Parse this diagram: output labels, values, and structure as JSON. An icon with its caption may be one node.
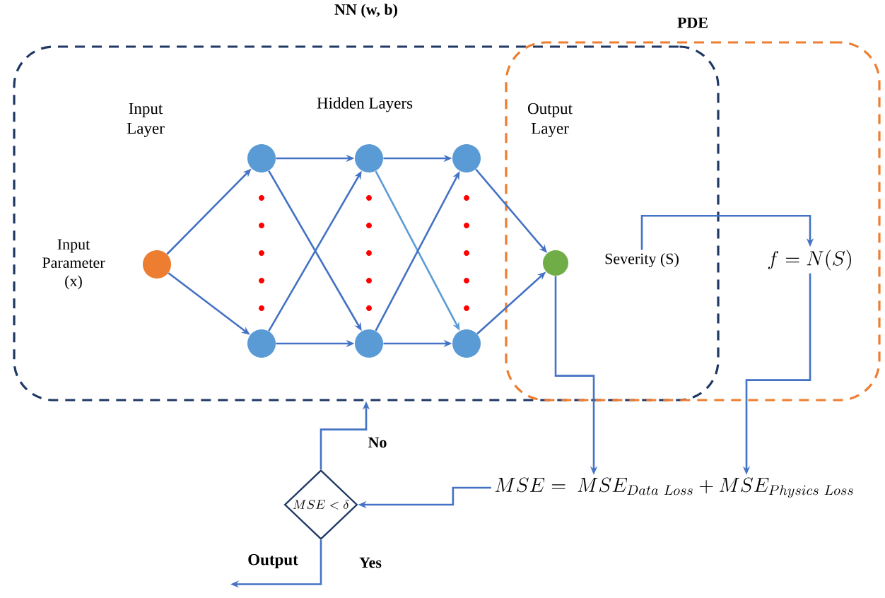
{
  "diagram": {
    "nodes": [
      {
        "text": [
          "NN (w, b)"
        ]
      },
      {
        "text": [
          "PDE"
        ]
      },
      {
        "text": [],
        "shape": "circle",
        "in": 0,
        "beside": [
          "Input Parameter (x)"
        ]
      },
      {
        "text": [],
        "shape": "circle",
        "in": 0
      },
      {
        "text": [],
        "shape": "circle",
        "in": 0
      },
      {
        "text": [],
        "shape": "circle",
        "in": 0
      },
      {
        "text": [],
        "shape": "circle",
        "in": 0
      },
      {
        "text": [],
        "shape": "circle",
        "in": 0
      },
      {
        "text": [],
        "shape": "circle",
        "in": 0
      },
      {
        "text": [],
        "shape": "circle"
      },
      {
        "text": [
          "Severity (S)"
        ]
      },
      {
        "text": [
          "f = N(S)"
        ],
        "in": 1
      },
      {
        "text": [
          "MSE =\\ MSE_{Data\\ Loss} + MSE_{Physics\\ Loss}"
        ]
      },
      {
        "text": [
          "MSE < \\delta"
        ]
      },
      {
        "text": [
          "Output"
        ]
      }
    ],
    "edges": [
      {
        "from": 2,
        "to": 3,
        "arrow": "to"
      },
      {
        "from": 2,
        "to": 4,
        "arrow": "to"
      },
      {
        "from": 3,
        "to": 5,
        "arrow": "to"
      },
      {
        "from": 3,
        "to": 6,
        "arrow": "to"
      },
      {
        "from": 4,
        "to": 5,
        "arrow": "to"
      },
      {
        "from": 4,
        "to": 6,
        "arrow": "to"
      },
      {
        "from": 5,
        "to": 7,
        "arrow": "to"
      },
      {
        "from": 5,
        "to": 8,
        "arrow": "to",
        "color": "#5b9bd5"
      },
      {
        "from": 6,
        "to": 7,
        "arrow": "to"
      },
      {
        "from": 6,
        "to": 8,
        "arrow": "to"
      },
      {
        "from": 7,
        "to": 9,
        "arrow": "to"
      },
      {
        "from": 8,
        "to": 9,
        "arrow": "to"
      },
      {
        "from": 10,
        "to": 11,
        "arrow": "to"
      },
      {
        "from": 9,
        "to": 12,
        "arrow": "to"
      },
      {
        "from": 11,
        "to": 12,
        "arrow": "to"
      },
      {
        "from": 12,
        "to": 13,
        "arrow": "to"
      },
      {
        "from": 13,
        "to": 0,
        "arrow": "to",
        "label": "No"
      },
      {
        "from": 13,
        "to": 14,
        "arrow": "to",
        "label": "Yes"
      }
    ],
    "labels": [
      "Input Layer",
      "Hidden Layers",
      "Output Layer"
    ]
  }
}
